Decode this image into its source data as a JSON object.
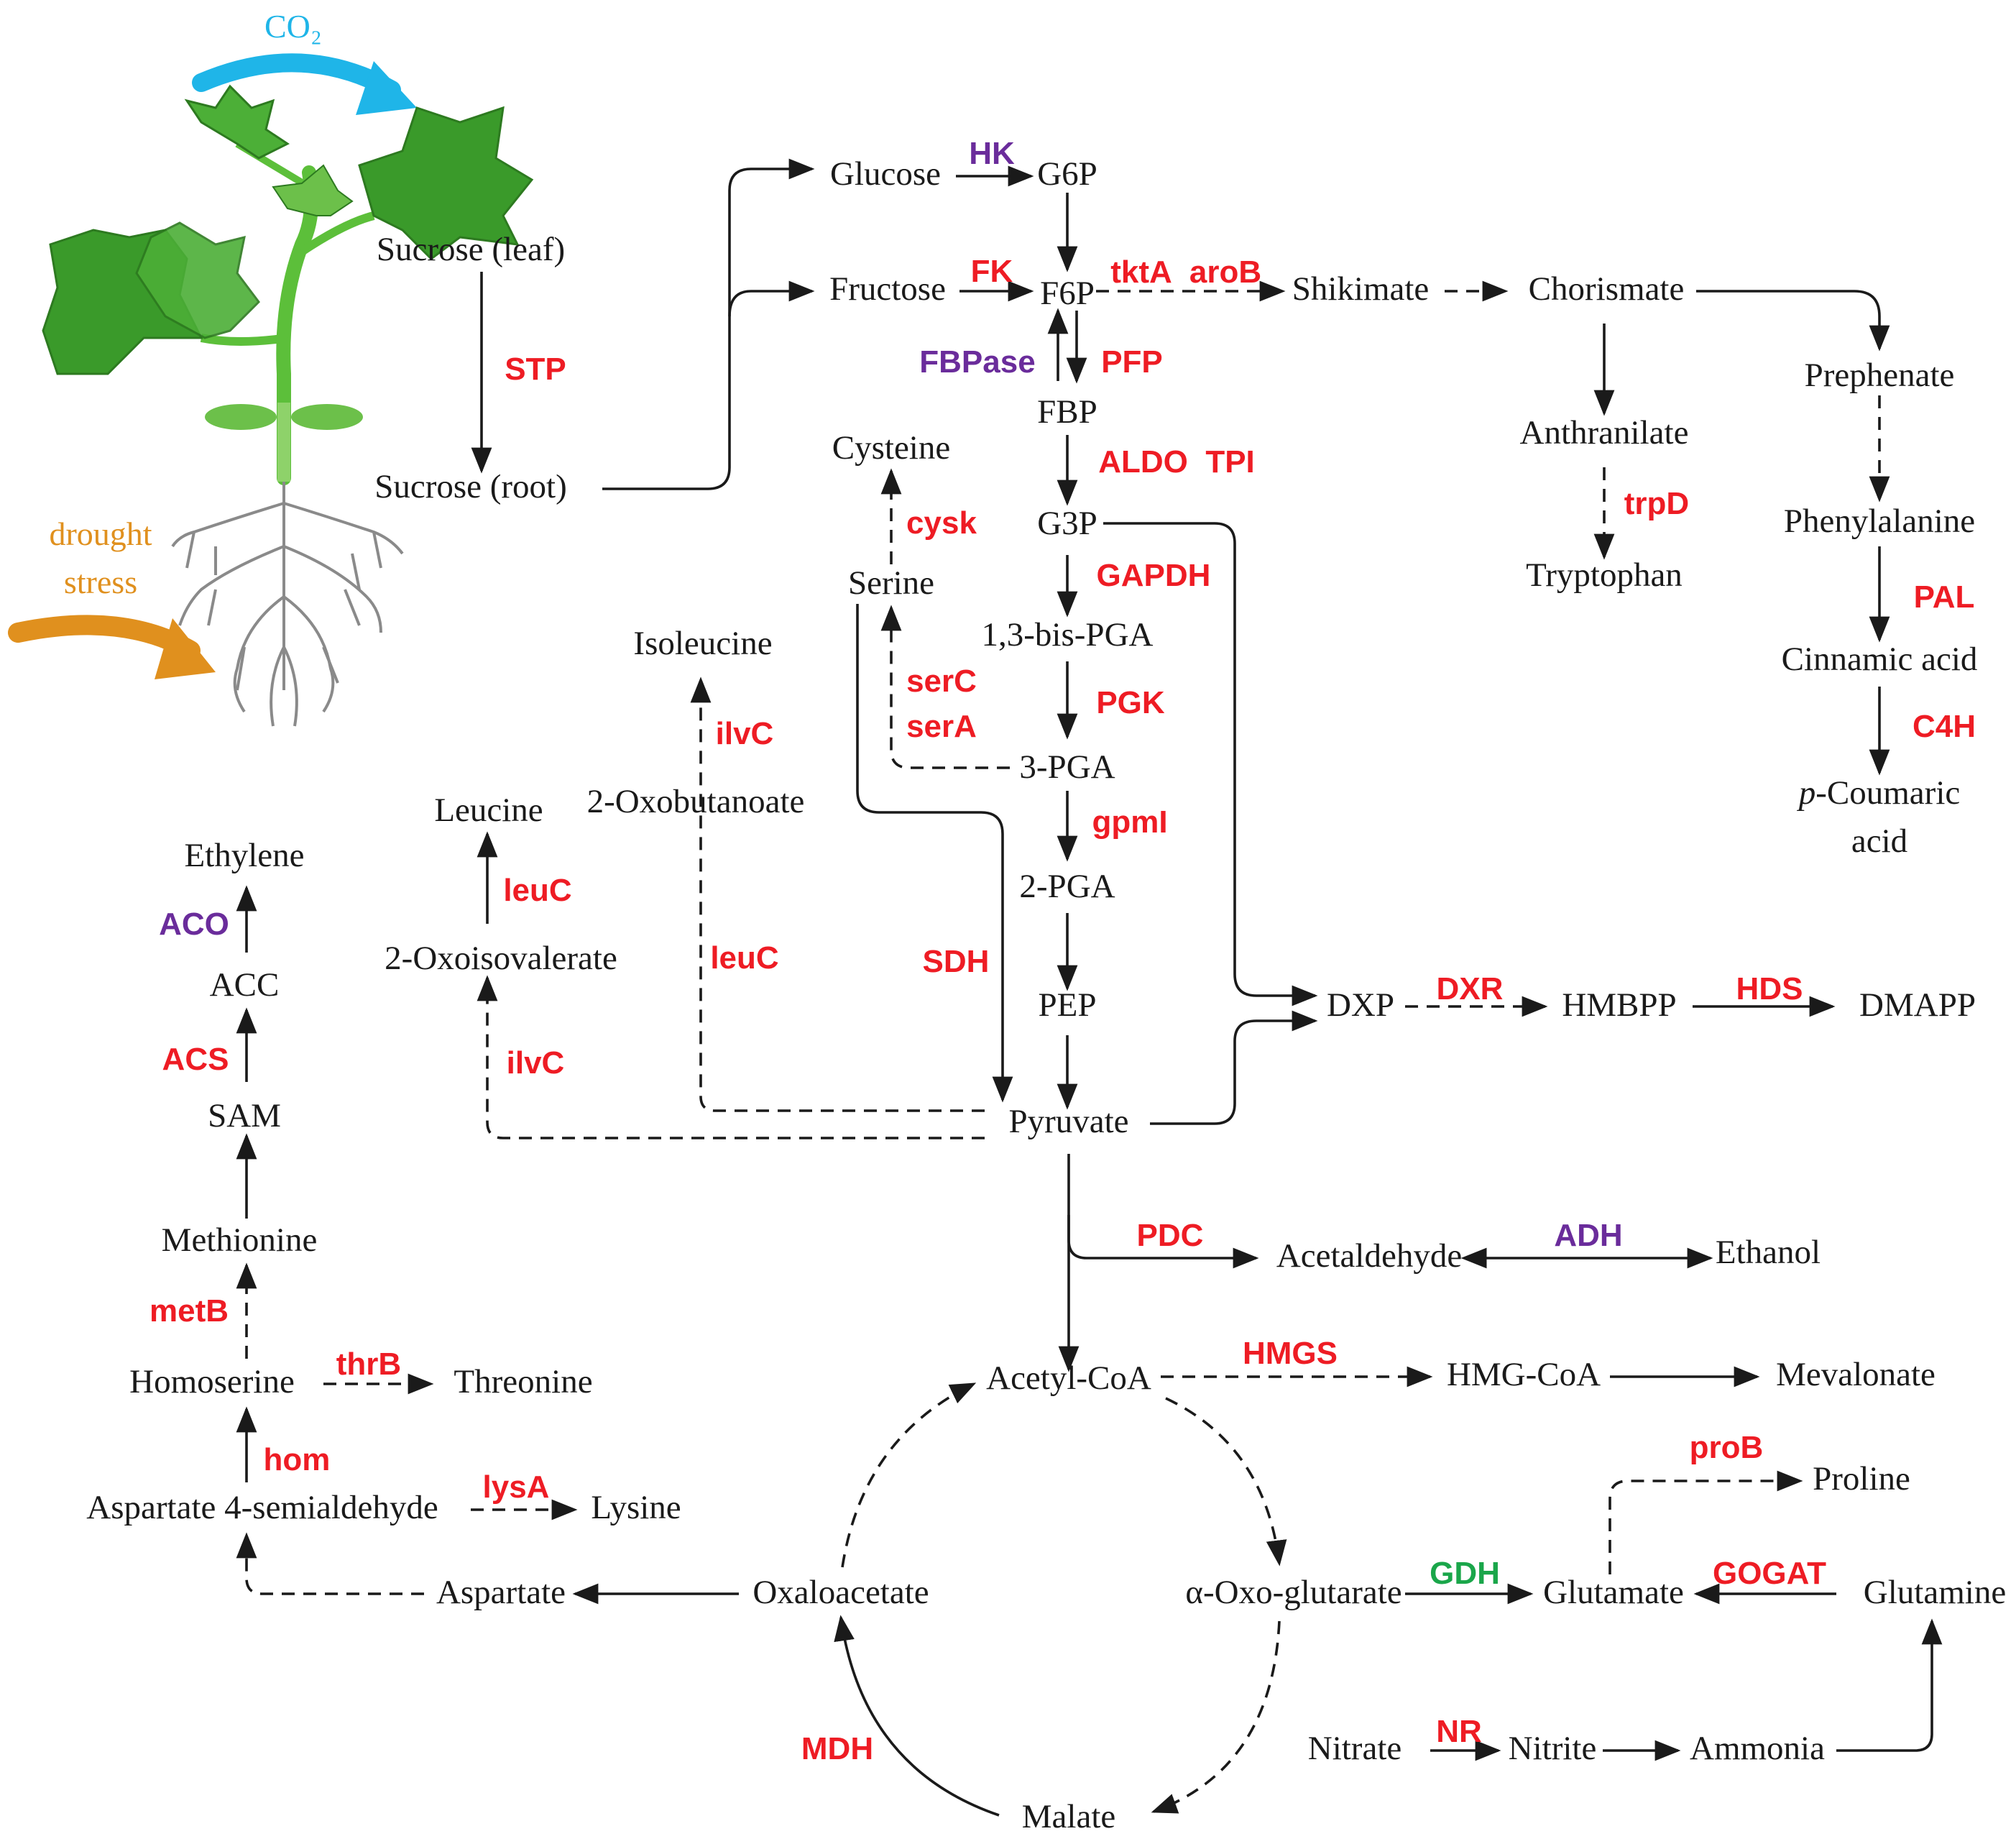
{
  "colors": {
    "enzyme_up": "#ee1c24",
    "enzyme_down": "#6a2c9b",
    "enzyme_unchanged": "#1aa64a",
    "co2": "#1fb5e8",
    "drought": "#e0901e",
    "leaf": "#43a82f",
    "root": "#8a8a8a"
  },
  "stress": {
    "co2": "CO₂",
    "drought_line1": "drought",
    "drought_line2": "stress"
  },
  "metabolites": {
    "sucrose_leaf": "Sucrose (leaf)",
    "sucrose_root": "Sucrose (root)",
    "glucose": "Glucose",
    "g6p": "G6P",
    "fructose": "Fructose",
    "f6p": "F6P",
    "shikimate": "Shikimate",
    "chorismate": "Chorismate",
    "fbp": "FBP",
    "cysteine": "Cysteine",
    "prephenate": "Prephenate",
    "anthranilate": "Anthranilate",
    "g3p": "G3P",
    "serine": "Serine",
    "phenylalanine": "Phenylalanine",
    "tryptophan": "Tryptophan",
    "bpga": "1,3-bis-PGA",
    "isoleucine": "Isoleucine",
    "cinnamic": "Cinnamic acid",
    "pga3": "3-PGA",
    "coumaric_italic": "p",
    "coumaric_rest": "-Coumaric",
    "coumaric_line2": "acid",
    "leucine": "Leucine",
    "oxobutanoate": "2-Oxobutanoate",
    "ethylene": "Ethylene",
    "pga2": "2-PGA",
    "oxoisovalerate": "2-Oxoisovalerate",
    "acc": "ACC",
    "pep": "PEP",
    "dxp": "DXP",
    "hmbpp": "HMBPP",
    "dmapp": "DMAPP",
    "sam": "SAM",
    "pyruvate": "Pyruvate",
    "methionine": "Methionine",
    "acetaldehyde": "Acetaldehyde",
    "ethanol": "Ethanol",
    "homoserine": "Homoserine",
    "threonine": "Threonine",
    "acetylcoa": "Acetyl-CoA",
    "hmgcoa": "HMG-CoA",
    "mevalonate": "Mevalonate",
    "proline": "Proline",
    "asa": "Aspartate 4-semialdehyde",
    "lysine": "Lysine",
    "aspartate": "Aspartate",
    "oxaloacetate": "Oxaloacetate",
    "aketo": "α-Oxo-glutarate",
    "glutamate": "Glutamate",
    "glutamine": "Glutamine",
    "nitrate": "Nitrate",
    "nitrite": "Nitrite",
    "ammonia": "Ammonia",
    "malate": "Malate"
  },
  "enzymes": {
    "stp": "STP",
    "hk": "HK",
    "fk": "FK",
    "tkta": "tktA",
    "arob": "aroB",
    "fbpase": "FBPase",
    "pfp": "PFP",
    "aldo_tpi": "ALDO  TPI",
    "cysk": "cysk",
    "trpd": "trpD",
    "gapdh": "GAPDH",
    "pal": "PAL",
    "serc": "serC",
    "sera": "serA",
    "ilvc_top": "ilvC",
    "pgk": "PGK",
    "c4h": "C4H",
    "gpmi": "gpmI",
    "leuc_left": "leuC",
    "aco": "ACO",
    "leuc_mid": "leuC",
    "sdh": "SDH",
    "dxr": "DXR",
    "hds": "HDS",
    "acs": "ACS",
    "ilvc_bottom": "ilvC",
    "pdc": "PDC",
    "adh": "ADH",
    "metb": "metB",
    "thrb": "thrB",
    "hmgs": "HMGS",
    "prob": "proB",
    "hom": "hom",
    "lysa": "lysA",
    "gdh": "GDH",
    "gogat": "GOGAT",
    "mdh": "MDH",
    "nr": "NR"
  }
}
